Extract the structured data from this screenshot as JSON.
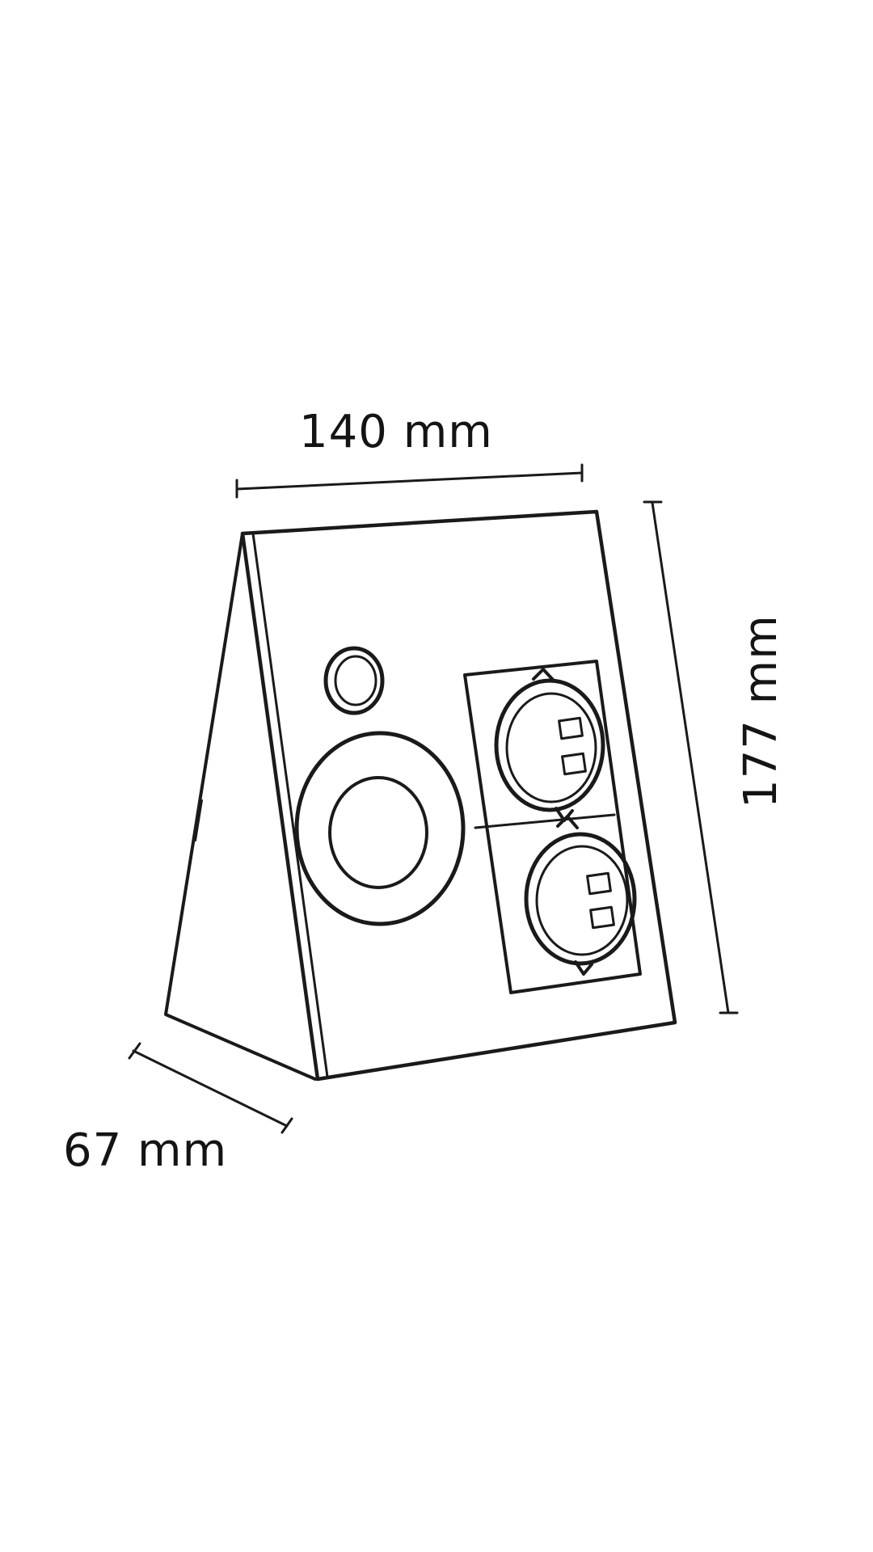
{
  "diagram": {
    "dimensions": {
      "width": "140 mm",
      "height": "177 mm",
      "depth": "67 mm"
    }
  },
  "colors": {
    "line": "#1a1a1a",
    "background": "#ffffff"
  }
}
